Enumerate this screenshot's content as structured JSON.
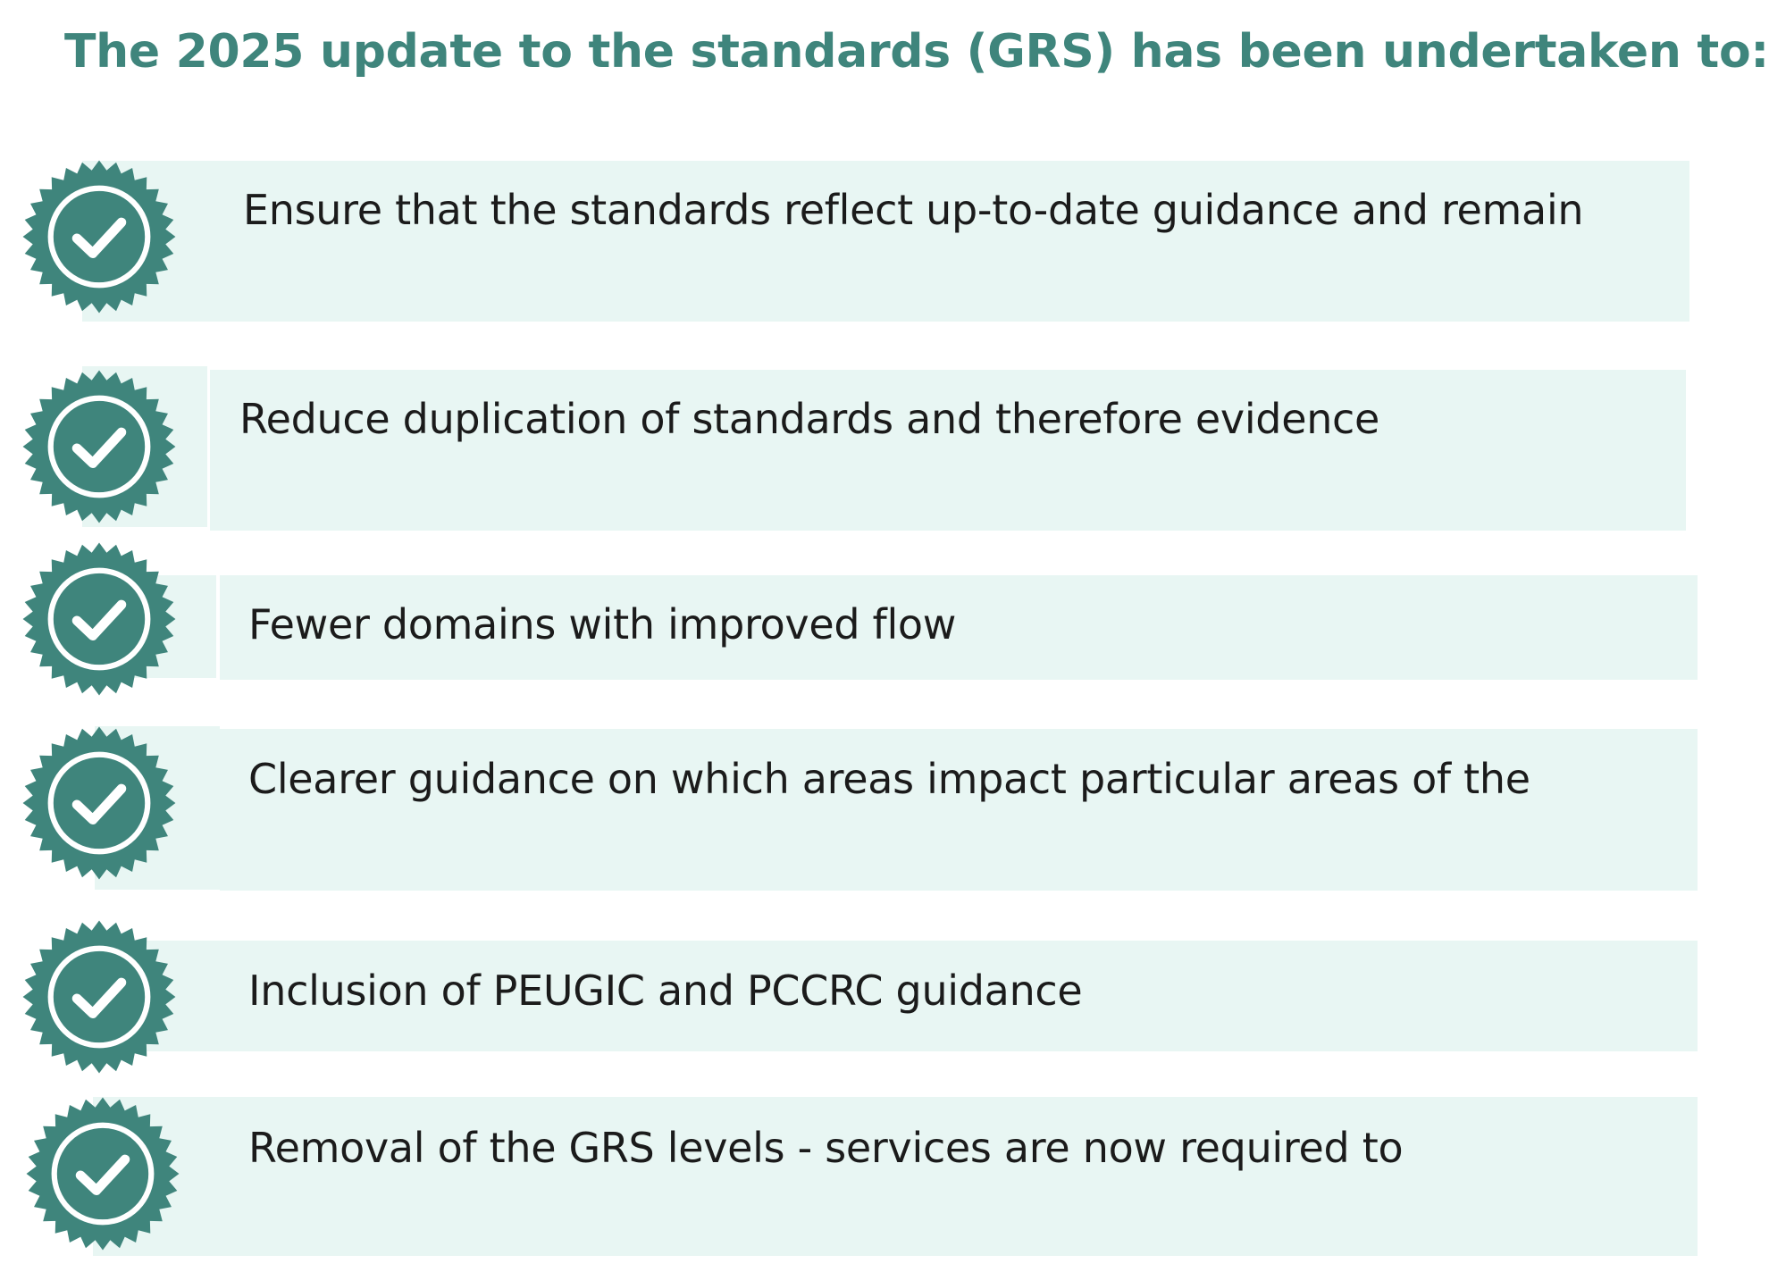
{
  "title": "The 2025 update to the standards (GRS) has been undertaken to:",
  "colors": {
    "accent": "#3f857c",
    "row_background": "#e8f6f3",
    "text": "#1b1b1b"
  },
  "items": [
    {
      "icon": "check-badge-icon",
      "text": "Ensure that the standards reflect up-to-date guidance and remain"
    },
    {
      "icon": "check-badge-icon",
      "text": "Reduce duplication of standards and therefore evidence"
    },
    {
      "icon": "check-badge-icon",
      "text": "Fewer domains with improved flow"
    },
    {
      "icon": "check-badge-icon",
      "text": "Clearer guidance on which areas impact particular areas of the"
    },
    {
      "icon": "check-badge-icon",
      "text": "Inclusion of PEUGIC and PCCRC guidance"
    },
    {
      "icon": "check-badge-icon",
      "text": "Removal of the GRS levels - services are now required to"
    }
  ]
}
